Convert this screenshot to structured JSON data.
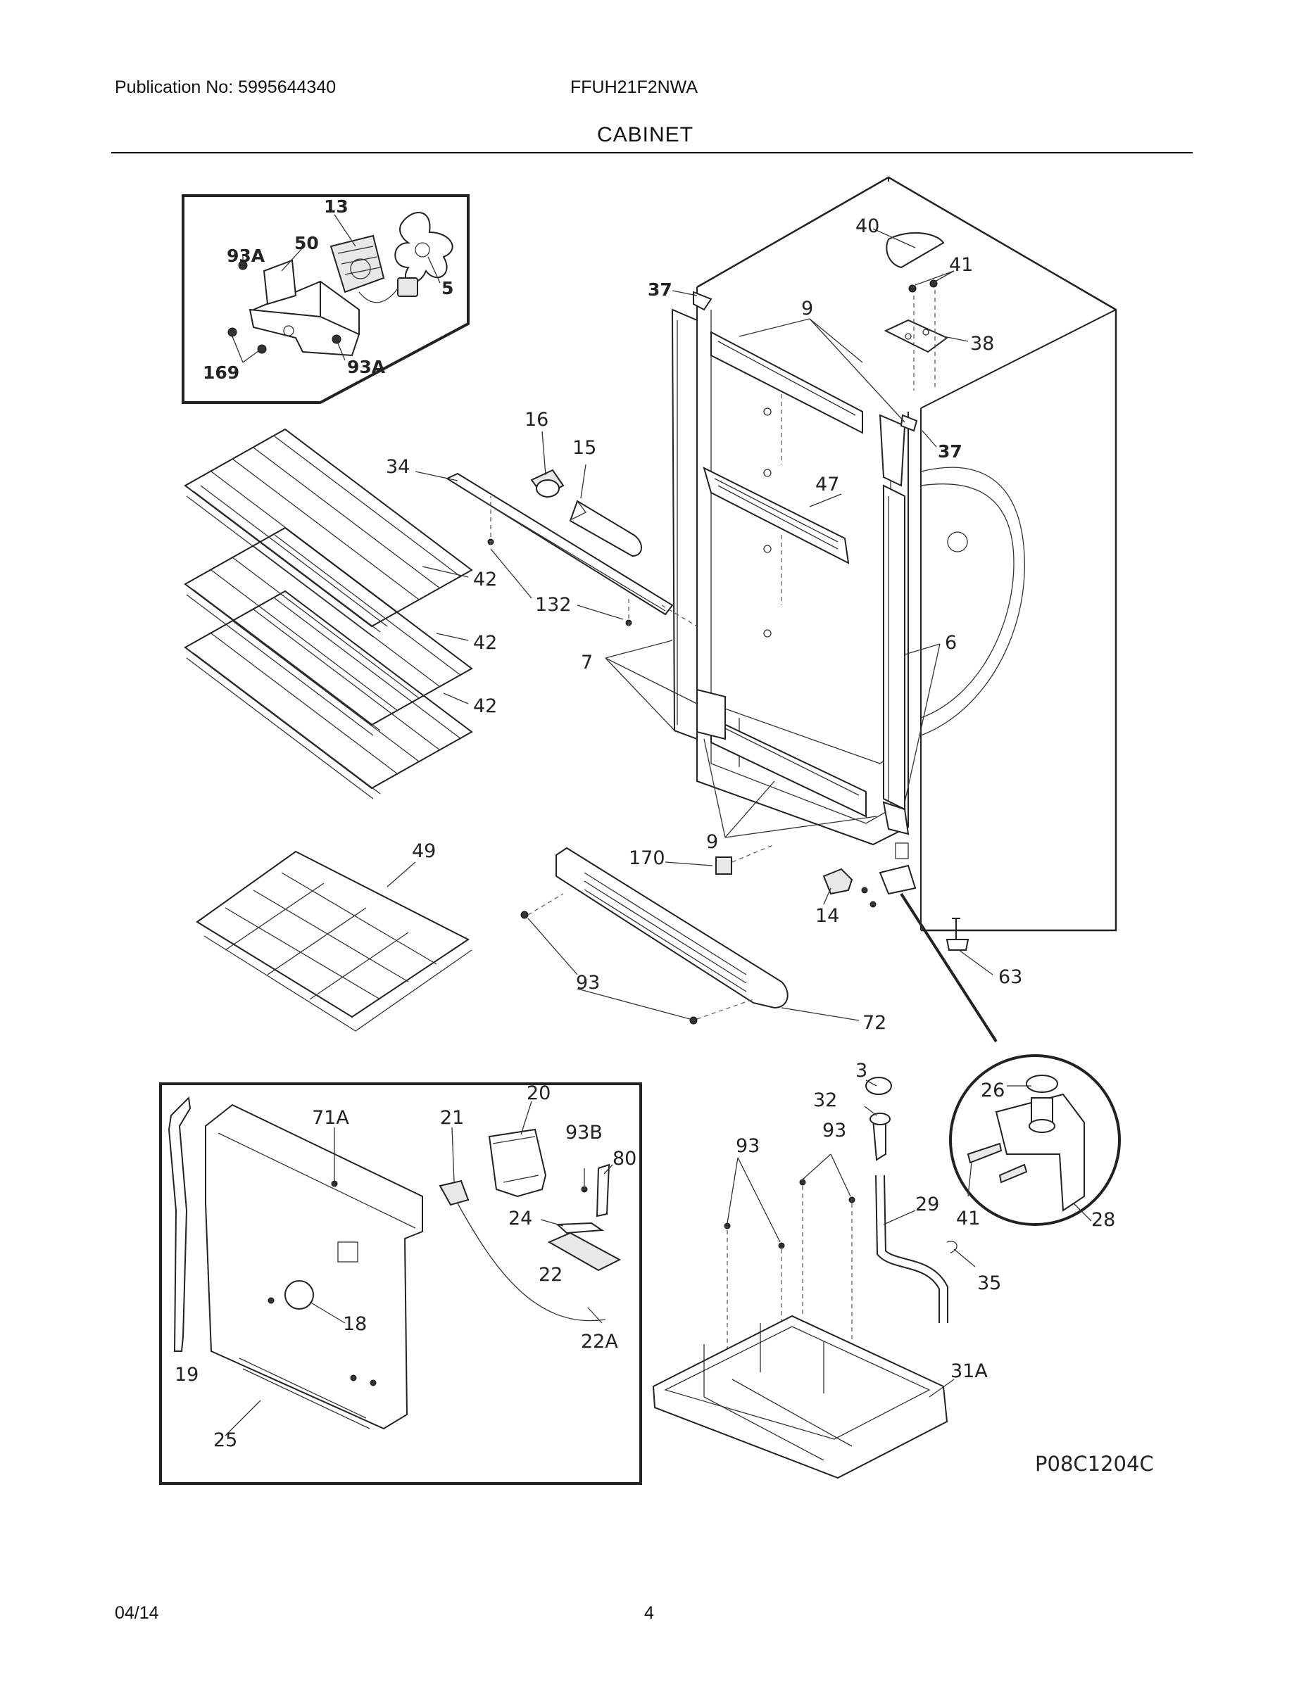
{
  "header": {
    "publication": "Publication No: 5995644340",
    "model": "FFUH21F2NWA",
    "section_title": "CABINET"
  },
  "footer": {
    "date": "04/14",
    "page_number": "4"
  },
  "diagram_code": "P08C1204C",
  "callouts": [
    {
      "id": "c13",
      "text": "13"
    },
    {
      "id": "c50",
      "text": "50"
    },
    {
      "id": "c93a_1",
      "text": "93A"
    },
    {
      "id": "c5",
      "text": "5"
    },
    {
      "id": "c169",
      "text": "169"
    },
    {
      "id": "c93a_2",
      "text": "93A"
    },
    {
      "id": "c37_1",
      "text": "37"
    },
    {
      "id": "c37_2",
      "text": "37"
    },
    {
      "id": "c40",
      "text": "40"
    },
    {
      "id": "c41_1",
      "text": "41"
    },
    {
      "id": "c38",
      "text": "38"
    },
    {
      "id": "c9_1",
      "text": "9"
    },
    {
      "id": "c9_2",
      "text": "9"
    },
    {
      "id": "c16",
      "text": "16"
    },
    {
      "id": "c15",
      "text": "15"
    },
    {
      "id": "c34",
      "text": "34"
    },
    {
      "id": "c47",
      "text": "47"
    },
    {
      "id": "c42_1",
      "text": "42"
    },
    {
      "id": "c42_2",
      "text": "42"
    },
    {
      "id": "c42_3",
      "text": "42"
    },
    {
      "id": "c132",
      "text": "132"
    },
    {
      "id": "c7",
      "text": "7"
    },
    {
      "id": "c6",
      "text": "6"
    },
    {
      "id": "c49",
      "text": "49"
    },
    {
      "id": "c170",
      "text": "170"
    },
    {
      "id": "c14",
      "text": "14"
    },
    {
      "id": "c63",
      "text": "63"
    },
    {
      "id": "c93_1",
      "text": "93"
    },
    {
      "id": "c72",
      "text": "72"
    },
    {
      "id": "c71a",
      "text": "71A"
    },
    {
      "id": "c21",
      "text": "21"
    },
    {
      "id": "c20",
      "text": "20"
    },
    {
      "id": "c93b",
      "text": "93B"
    },
    {
      "id": "c80",
      "text": "80"
    },
    {
      "id": "c24",
      "text": "24"
    },
    {
      "id": "c22",
      "text": "22"
    },
    {
      "id": "c18",
      "text": "18"
    },
    {
      "id": "c19",
      "text": "19"
    },
    {
      "id": "c22a",
      "text": "22A"
    },
    {
      "id": "c25",
      "text": "25"
    },
    {
      "id": "c3",
      "text": "3"
    },
    {
      "id": "c32",
      "text": "32"
    },
    {
      "id": "c93_2",
      "text": "93"
    },
    {
      "id": "c93_3",
      "text": "93"
    },
    {
      "id": "c29",
      "text": "29"
    },
    {
      "id": "c35",
      "text": "35"
    },
    {
      "id": "c31a",
      "text": "31A"
    },
    {
      "id": "c26",
      "text": "26"
    },
    {
      "id": "c41_2",
      "text": "41"
    },
    {
      "id": "c28",
      "text": "28"
    }
  ]
}
